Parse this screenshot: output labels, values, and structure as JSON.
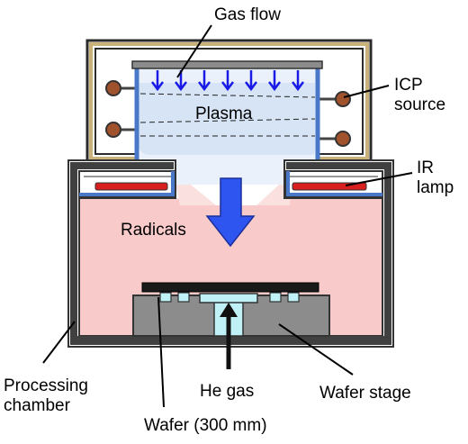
{
  "labels": {
    "gas_flow": "Gas flow",
    "plasma": "Plasma",
    "icp_source": "ICP\nsource",
    "ir_lamp": "IR\nlamp",
    "radicals": "Radicals",
    "processing_chamber": "Processing\nchamber",
    "he_gas": "He gas",
    "wafer_stage": "Wafer stage",
    "wafer": "Wafer (300 mm)"
  },
  "colors": {
    "chamber_wall": "#404040",
    "coil_frame": "#8B7A4A",
    "plasma_fill": "#D6E4F5",
    "tube_wall": "#4A78C8",
    "gas_arrow": "#1A1AE6",
    "radical_glow": "#F9CACA",
    "radical_arrow": "#2F55F0",
    "lamp_fill": "#D81E1E",
    "stage_fill": "#8C8C8C",
    "he_channel": "#BFF1F7",
    "coil_knob": "#A0522D"
  }
}
